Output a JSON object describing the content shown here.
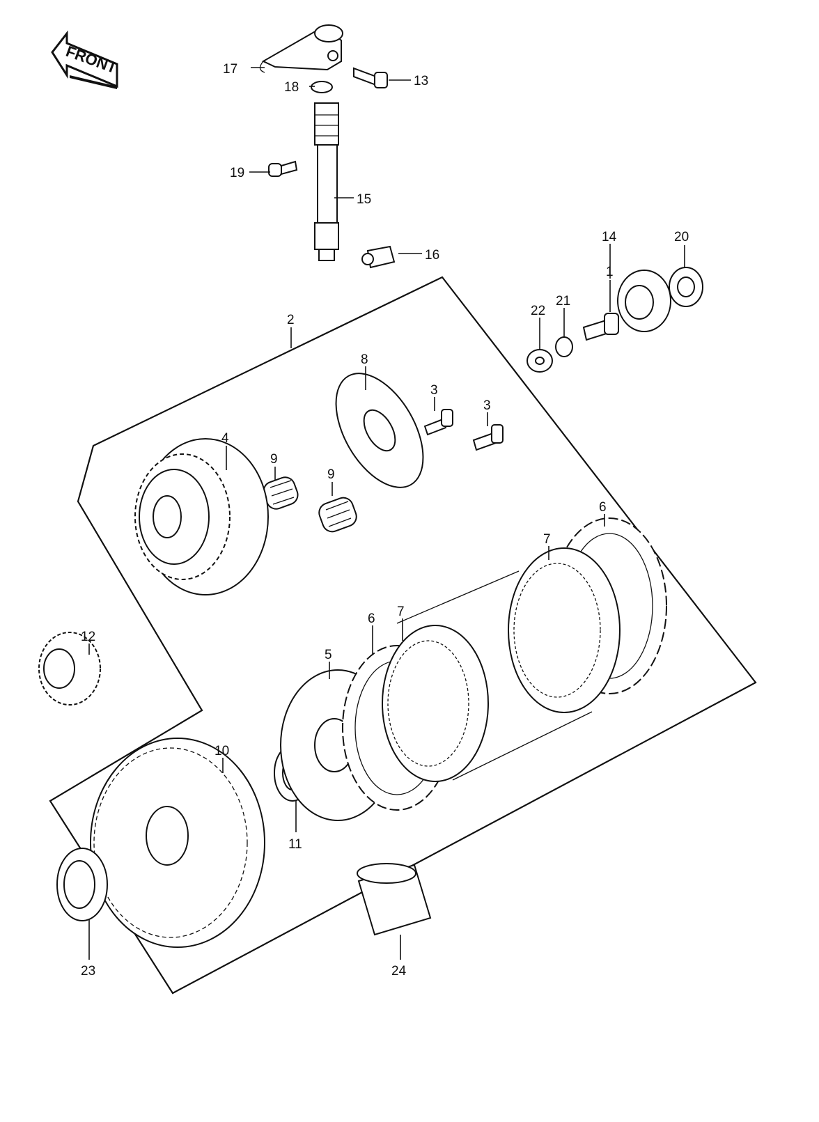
{
  "diagram": {
    "front_arrow_text": "FRONT",
    "callouts": [
      "1",
      "2",
      "3",
      "3",
      "4",
      "5",
      "6",
      "6",
      "7",
      "7",
      "8",
      "9",
      "9",
      "10",
      "11",
      "12",
      "13",
      "14",
      "15",
      "16",
      "17",
      "18",
      "19",
      "20",
      "21",
      "22",
      "23",
      "24"
    ],
    "colors": {
      "ink": "#111111",
      "paper": "#ffffff"
    }
  }
}
